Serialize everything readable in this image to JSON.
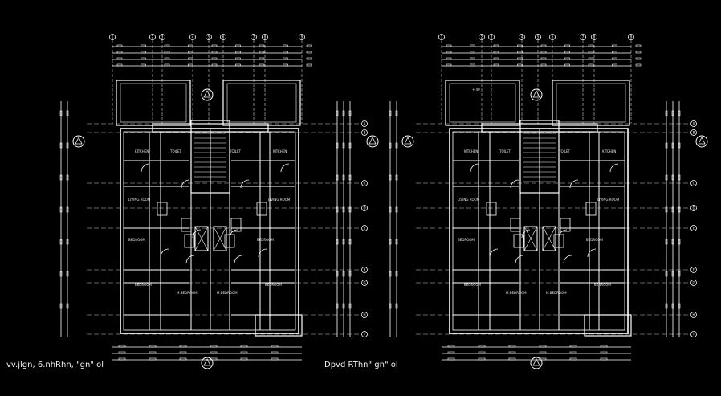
{
  "captions": {
    "left": "vv.jlgn, 6.nhRhn, \"gn\" ol",
    "right": "Dpvd RThn\" gn\" ol"
  },
  "level_marker": "+.40",
  "room_labels_left": [
    "KITCHEN",
    "TOILET",
    "TOILET",
    "KITCHEN",
    "LIVING ROOM",
    "LIVING ROOM",
    "BEDROOM",
    "BEDROOM",
    "BEDROOM",
    "M.BEDROOM",
    "M.BEDROOM",
    "BEDROOM"
  ],
  "room_labels_right": [
    "KITCHEN",
    "TOILET",
    "TOILET",
    "KITCHEN",
    "LIVING ROOM",
    "LIVING ROOM",
    "BEDROOM",
    "BEDROOM",
    "BEDROOM",
    "M.BEDROOM",
    "M.BEDROOM",
    "BEDROOM"
  ],
  "grid_top_labels": [
    "1",
    "2",
    "3",
    "4",
    "5",
    "6",
    "7",
    "8",
    "9"
  ],
  "grid_side_labels": [
    "A",
    "B",
    "C",
    "D",
    "E",
    "F",
    "G",
    "H",
    "I"
  ],
  "colors": {
    "background": "#000000",
    "lines": "#ffffff",
    "dash": "#cfcfcf"
  }
}
